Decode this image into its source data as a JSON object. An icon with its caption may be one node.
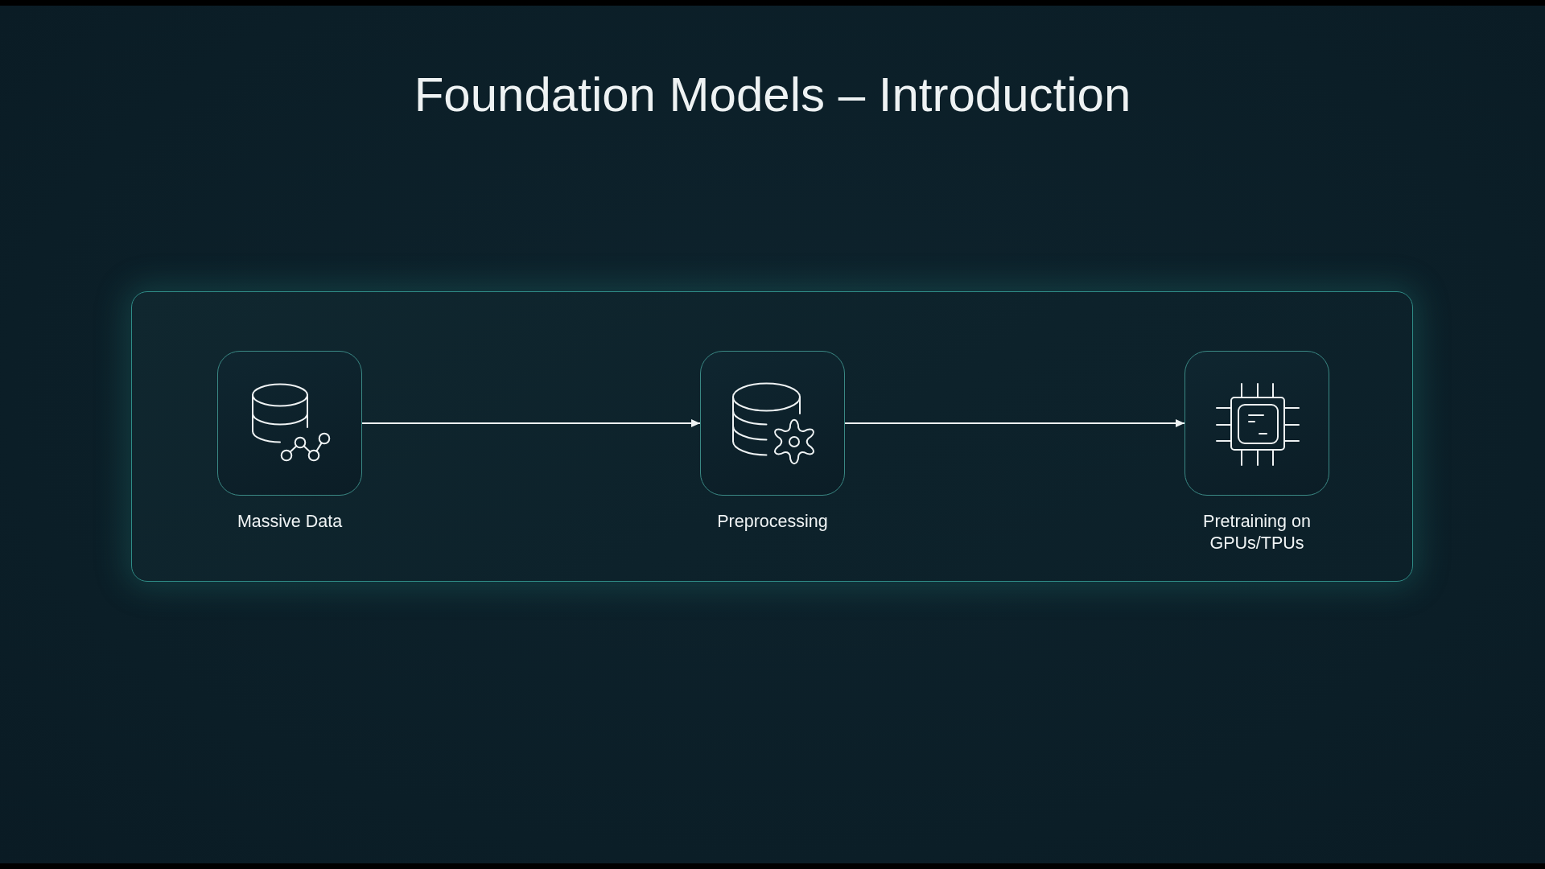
{
  "diagram": {
    "title": "Foundation Models – Introduction",
    "nodes": [
      {
        "text": [],
        "shape": "box"
      },
      {
        "text": [
          "Massive Data"
        ],
        "in": 0
      },
      {
        "text": [
          "Preprocessing"
        ],
        "in": 0
      },
      {
        "text": [
          "Pretraining on GPUs/TPUs"
        ],
        "in": 0
      }
    ],
    "edges": [
      {
        "from": 1,
        "to": 2,
        "arrow": "to"
      },
      {
        "from": 2,
        "to": 3,
        "arrow": "to"
      }
    ]
  }
}
